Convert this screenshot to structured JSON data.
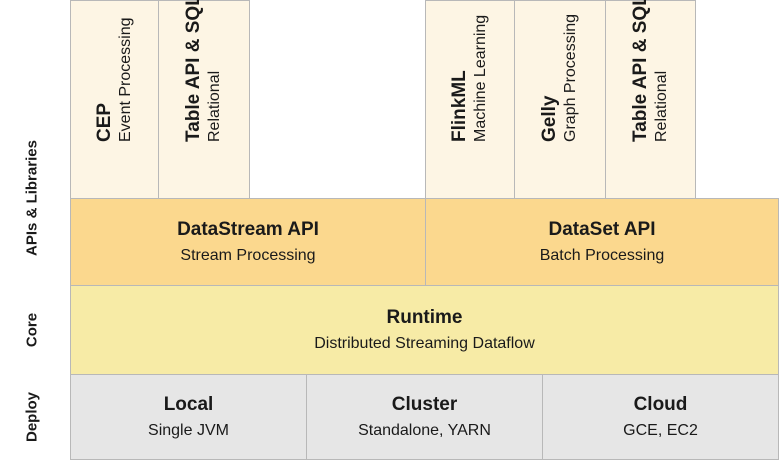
{
  "layer_labels": {
    "apis": "APIs & Libraries",
    "core": "Core",
    "deploy": "Deploy"
  },
  "libraries": {
    "cep": {
      "title": "CEP",
      "subtitle": "Event Processing"
    },
    "table_stream": {
      "title": "Table API & SQL",
      "subtitle": "Relational"
    },
    "flinkml": {
      "title": "FlinkML",
      "subtitle": "Machine Learning"
    },
    "gelly": {
      "title": "Gelly",
      "subtitle": "Graph Processing"
    },
    "table_batch": {
      "title": "Table API & SQL",
      "subtitle": "Relational"
    }
  },
  "apis": {
    "datastream": {
      "title": "DataStream API",
      "subtitle": "Stream Processing"
    },
    "dataset": {
      "title": "DataSet API",
      "subtitle": "Batch Processing"
    }
  },
  "core": {
    "title": "Runtime",
    "subtitle": "Distributed Streaming Dataflow"
  },
  "deploy": {
    "local": {
      "title": "Local",
      "subtitle": "Single JVM"
    },
    "cluster": {
      "title": "Cluster",
      "subtitle": "Standalone, YARN"
    },
    "cloud": {
      "title": "Cloud",
      "subtitle": "GCE, EC2"
    }
  },
  "colors": {
    "library": "#fdf5e4",
    "api": "#fbd88e",
    "core": "#f7eba6",
    "deploy": "#e6e6e6",
    "border": "#b8b8b8"
  }
}
